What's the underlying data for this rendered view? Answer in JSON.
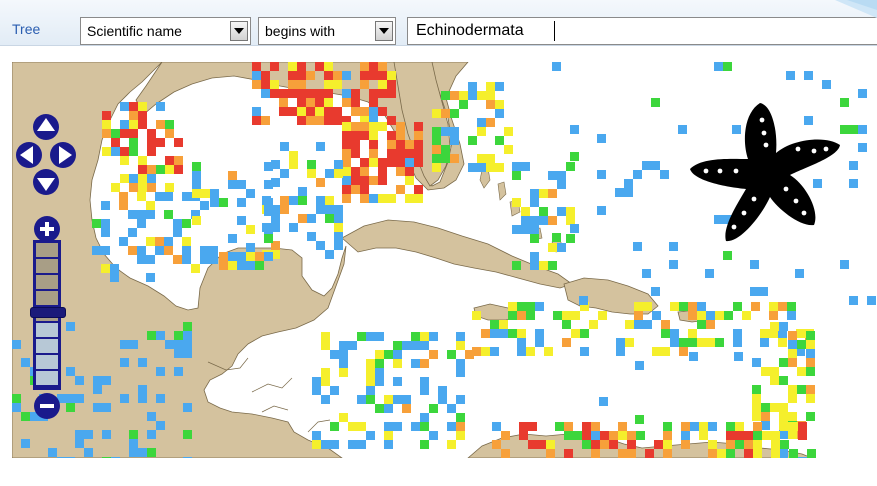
{
  "toolbar": {
    "tree_label": "Tree",
    "field_select": {
      "value": "Scientific name"
    },
    "operator_select": {
      "value": "begins with"
    },
    "search": {
      "value": "Echinodermata"
    }
  },
  "map": {
    "zoom_level_fraction": 0.55,
    "colors": {
      "sea": "#ffffff",
      "land": "#d4c29e",
      "border": "#7a6a4a",
      "control": "#1a1a8c",
      "cell_low": "#4aa8ef",
      "cell_mid": "#3cd63c",
      "cell_high": "#f5ef2c",
      "cell_higher": "#f7a03a",
      "cell_highest": "#e83a2e"
    }
  },
  "icons": [
    "arrow-up-icon",
    "arrow-left-icon",
    "arrow-right-icon",
    "arrow-down-icon",
    "zoom-in-icon",
    "zoom-out-icon",
    "starfish-icon"
  ]
}
